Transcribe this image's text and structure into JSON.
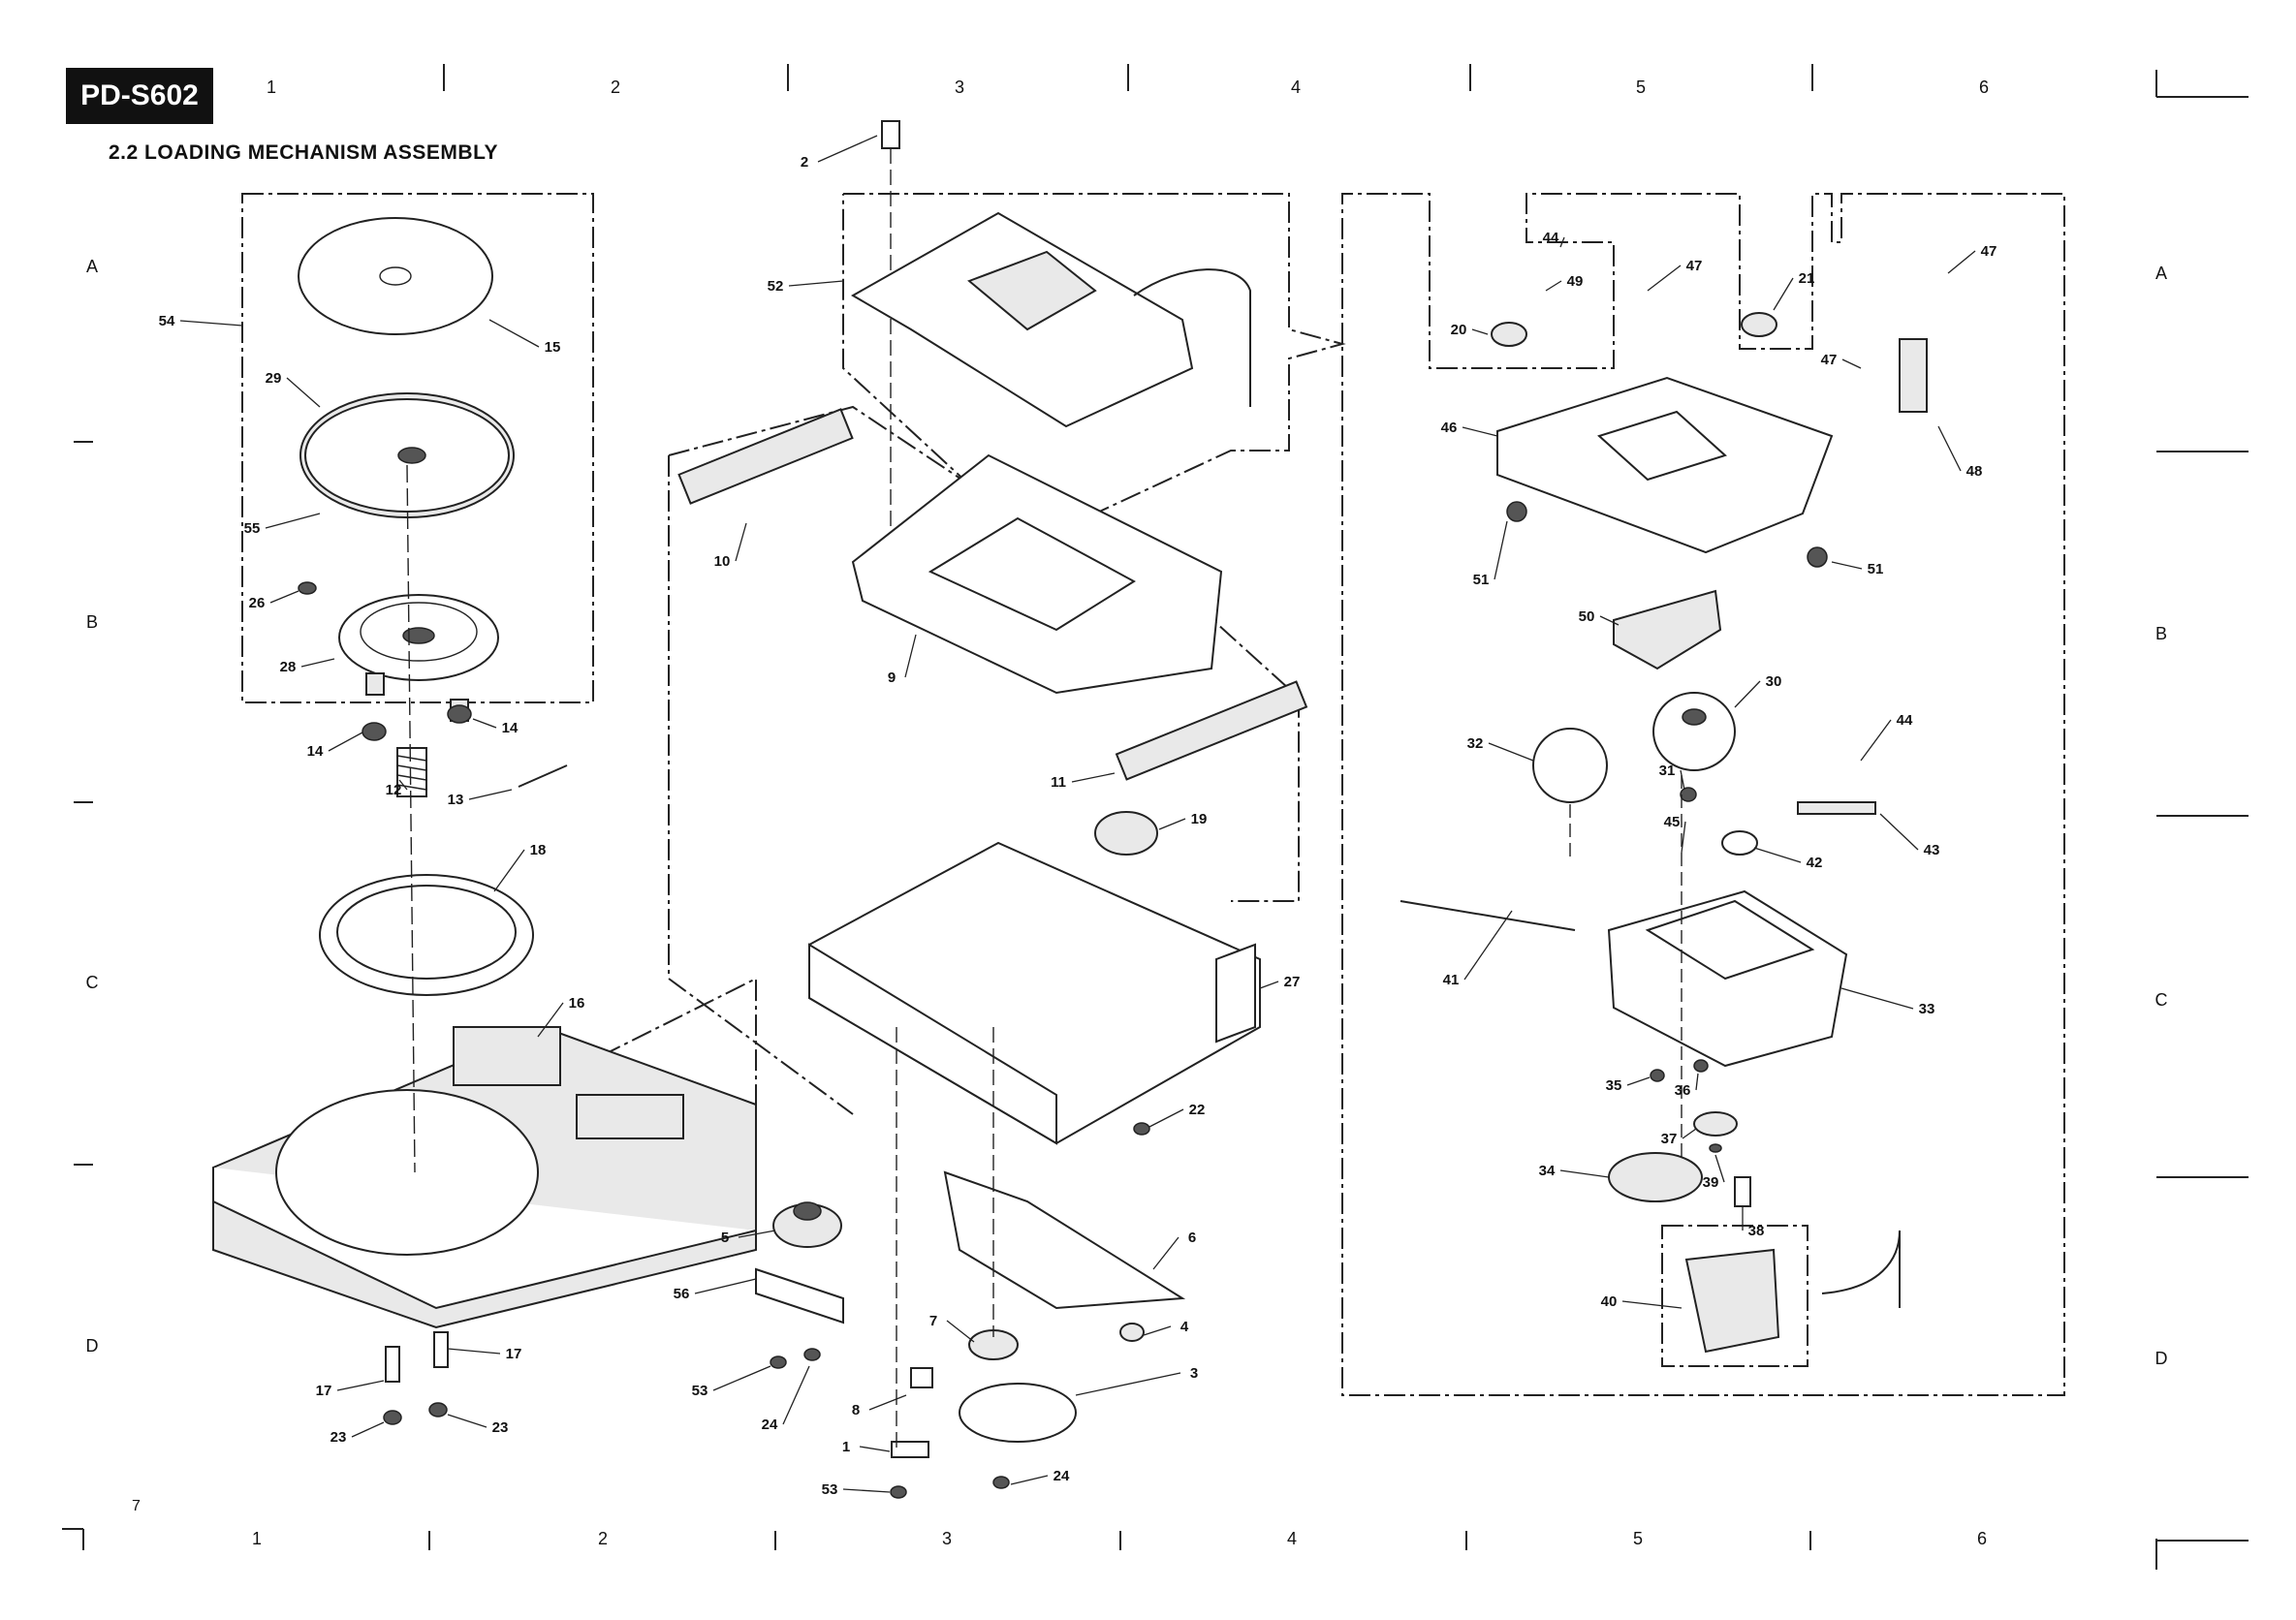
{
  "header": {
    "model": "PD-S602",
    "section_title": "2.2  LOADING MECHANISM ASSEMBLY",
    "page_number": "7"
  },
  "zones": {
    "columns": [
      "1",
      "2",
      "3",
      "4",
      "5",
      "6"
    ],
    "rows": [
      "A",
      "B",
      "C",
      "D"
    ]
  },
  "callouts": [
    "1",
    "2",
    "3",
    "4",
    "5",
    "6",
    "7",
    "8",
    "9",
    "10",
    "11",
    "12",
    "13",
    "14",
    "14",
    "15",
    "16",
    "17",
    "17",
    "18",
    "19",
    "20",
    "21",
    "22",
    "23",
    "23",
    "24",
    "24",
    "26",
    "27",
    "28",
    "29",
    "30",
    "31",
    "32",
    "33",
    "34",
    "35",
    "36",
    "37",
    "38",
    "39",
    "40",
    "41",
    "42",
    "43",
    "44",
    "44",
    "45",
    "46",
    "47",
    "47",
    "47",
    "48",
    "49",
    "50",
    "51",
    "51",
    "52",
    "53",
    "53",
    "54",
    "55",
    "56"
  ]
}
